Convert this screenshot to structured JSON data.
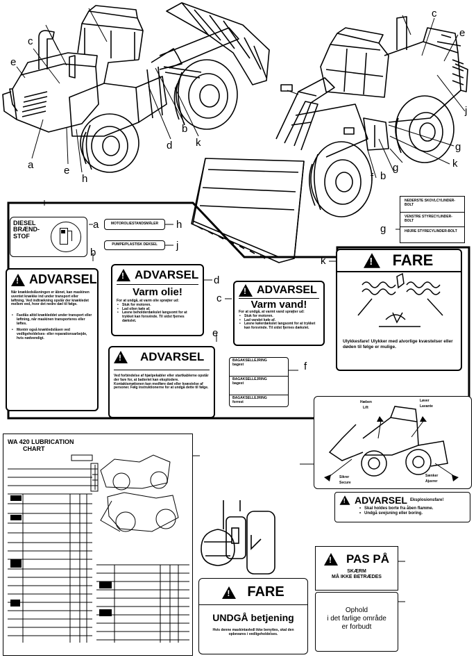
{
  "callouts": {
    "left_loader": {
      "a": "a",
      "c": "c",
      "e1": "e",
      "e2": "e",
      "h": "h",
      "d": "d",
      "b": "b",
      "k": "k"
    },
    "right_loader": {
      "c": "c",
      "e": "e",
      "j": "j",
      "g1": "g",
      "g2": "g",
      "k": "k",
      "f": "f",
      "b": "b"
    }
  },
  "decals": {
    "diesel": {
      "lines": [
        "DIESEL",
        "BRÆND-",
        "STOF"
      ],
      "letter": "a"
    },
    "h_decal": {
      "text": "MOTOROLIESTANDSMÅLER",
      "letter": "h"
    },
    "j_decal": {
      "text": "PUMPE/PLASTISK DEKSEL",
      "letter": "j"
    },
    "g_decal": {
      "lines": [
        "NEDERSTE SKOVLCYLINDER-BOLT",
        "VENSTRE STYRECYLINDER-BOLT",
        "HØJRE STYRECYLINDER-BOLT"
      ],
      "letter": "g"
    },
    "b_decal": {
      "letter": "b",
      "title": "ADVARSEL",
      "body": "Når knækledslåsningen er åbnet, kan maskinen uventet knække ind under transport eller løftning. Ved indtrækning opslår der knækledet mellem ved, hvor det nedre dæl til følge.",
      "items": [
        "Fastlås altid knækleddet under transport eller løftning, når maskinen transporteres eller løftes.",
        "Montér også knækledslåsen ved vedligeholdelses- eller reparationsarbejde, hvis nødvendigt."
      ]
    },
    "d_decal": {
      "letter": "d",
      "title": "ADVARSEL",
      "subtitle": "Varm olie!",
      "intro": "For at undgå, at varm olie sprøjter ud:",
      "items": [
        "Stuk for motoren.",
        "Lad olien køle af.",
        "Løsne beholderdækslet langsomt for at trykket kan forsvinde. Til sidst fjernes dækslet."
      ]
    },
    "c_decal": {
      "letter": "c",
      "title": "ADVARSEL",
      "subtitle": "Varm vand!",
      "intro": "For at undgå, at varmt vand sprøjter ud:",
      "items": [
        "Stuk for motoren.",
        "Lad vandet køle af.",
        "Løsne kølerdækslet langsomt for at trykket kan forsvinde. Til sidst fjernes dækslet."
      ]
    },
    "e_decal": {
      "letter": "e",
      "title": "ADVARSEL",
      "body": "Ved forbindelse af hjælpekabler eller startkablerne opstår der fare for, at batteriet kan eksplodere. Kontaktsmøtionen kan medføre død eller kvæstelse af personer. Følg instruktionerne for at undgå dette til følge."
    },
    "f_decal": {
      "letter": "f",
      "items": [
        [
          "BAGAKSELLEJRING",
          "bagest"
        ],
        [
          "BAGAKSELLEJRING",
          "bagest"
        ],
        [
          "BAGAKSELLEJRING",
          "forrest"
        ]
      ]
    },
    "k_decal": {
      "letter": "k",
      "title": "FARE",
      "body": "Ulykkesfare! Ulykker med alvorlige kvæstelser eller døden til følge er mulige."
    },
    "loader_pic": {
      "hæv": "Hæben",
      "hæv2": "Lift",
      "sænk": "Løver",
      "sænk2": "Lavante",
      "sikre": "Sikrer",
      "sikre2": "Secure",
      "sænk3": "Sænker",
      "sænk4": "Ajuvrer"
    },
    "explosion": {
      "title": "ADVARSEL",
      "suffix": "Eksplosionsfare!",
      "items": [
        "Skal holdes borte fra åben flamme.",
        "Undgå svejsning eller boring."
      ]
    },
    "lube": {
      "title1": "WA 420  LUBRICATION",
      "title2": "CHART"
    },
    "fare2": {
      "title": "FARE",
      "subtitle": "UNDGÅ betjening",
      "body": "Hvis denne maskintavledl ikke benyttes, skal den opbevares i vedligeholdelses."
    },
    "paspa": {
      "title": "PAS PÅ",
      "line1": "SKÆRM",
      "line2": "MÅ IKKE BETRÆDES"
    },
    "ophold": {
      "lines": [
        "Ophold",
        "i det farlige område",
        "er forbudt"
      ]
    }
  }
}
